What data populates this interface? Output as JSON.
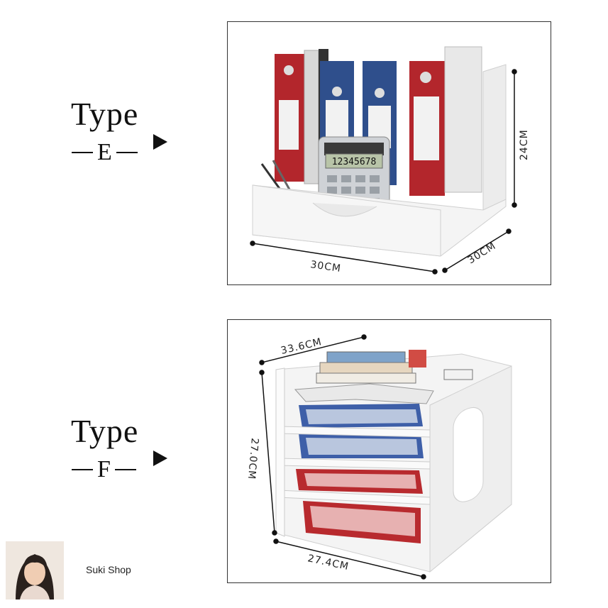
{
  "products": [
    {
      "type_word": "Type",
      "type_letter": "E",
      "dimensions": {
        "height": "24CM",
        "width": "30CM",
        "depth": "30CM"
      },
      "calculator_display": "12345678"
    },
    {
      "type_word": "Type",
      "type_letter": "F",
      "dimensions": {
        "top_width": "33.6CM",
        "height": "27.0CM",
        "bottom_width": "27.4CM"
      }
    }
  ],
  "shop": {
    "name": "Suki Shop"
  },
  "colors": {
    "red_binder": "#b3262c",
    "blue_binder": "#2f4f8c",
    "organizer": "#f4f4f4",
    "blue_tray": "#3e5fa8",
    "red_tray": "#b82a2e"
  },
  "icons": [
    "arrow-right-icon"
  ]
}
